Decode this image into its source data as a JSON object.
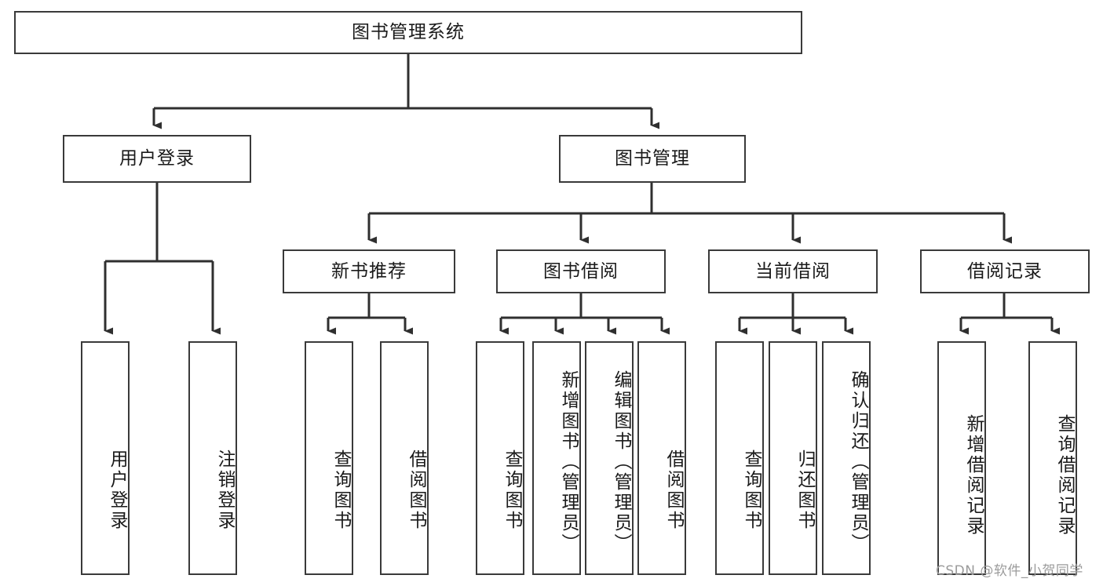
{
  "diagram": {
    "title": "图书管理系统",
    "type": "hierarchy-tree",
    "root": {
      "id": "root",
      "label": "图书管理系统"
    },
    "level2": [
      {
        "id": "user-login",
        "label": "用户登录"
      },
      {
        "id": "book-management",
        "label": "图书管理"
      }
    ],
    "level3": [
      {
        "id": "new-book-recommend",
        "label": "新书推荐",
        "parent": "book-management"
      },
      {
        "id": "book-borrow",
        "label": "图书借阅",
        "parent": "book-management"
      },
      {
        "id": "current-borrow",
        "label": "当前借阅",
        "parent": "book-management"
      },
      {
        "id": "borrow-record",
        "label": "借阅记录",
        "parent": "book-management"
      }
    ],
    "leaves": {
      "user_login": [
        {
          "id": "leaf-user-login",
          "label": "用户登录"
        },
        {
          "id": "leaf-user-logout",
          "label": "注销登录"
        }
      ],
      "new_book_recommend": [
        {
          "id": "leaf-query-book-1",
          "label": "查询图书"
        },
        {
          "id": "leaf-borrow-book-1",
          "label": "借阅图书"
        }
      ],
      "book_borrow": [
        {
          "id": "leaf-query-book-2",
          "label": "查询图书"
        },
        {
          "id": "leaf-add-book",
          "label": "新增图书（管理员）"
        },
        {
          "id": "leaf-edit-book",
          "label": "编辑图书（管理员）"
        },
        {
          "id": "leaf-borrow-book-2",
          "label": "借阅图书"
        }
      ],
      "current_borrow": [
        {
          "id": "leaf-query-book-3",
          "label": "查询图书"
        },
        {
          "id": "leaf-return-book",
          "label": "归还图书"
        },
        {
          "id": "leaf-confirm-return",
          "label": "确认归还（管理员）"
        }
      ],
      "borrow_record": [
        {
          "id": "leaf-add-record",
          "label": "新增借阅记录"
        },
        {
          "id": "leaf-query-record",
          "label": "查询借阅记录"
        }
      ]
    },
    "watermark": "CSDN @软件_小贺同学",
    "colors": {
      "stroke": "#3a3a3a",
      "background": "#ffffff",
      "text": "#1a1a1a",
      "watermark": "#9b9b9b"
    }
  }
}
